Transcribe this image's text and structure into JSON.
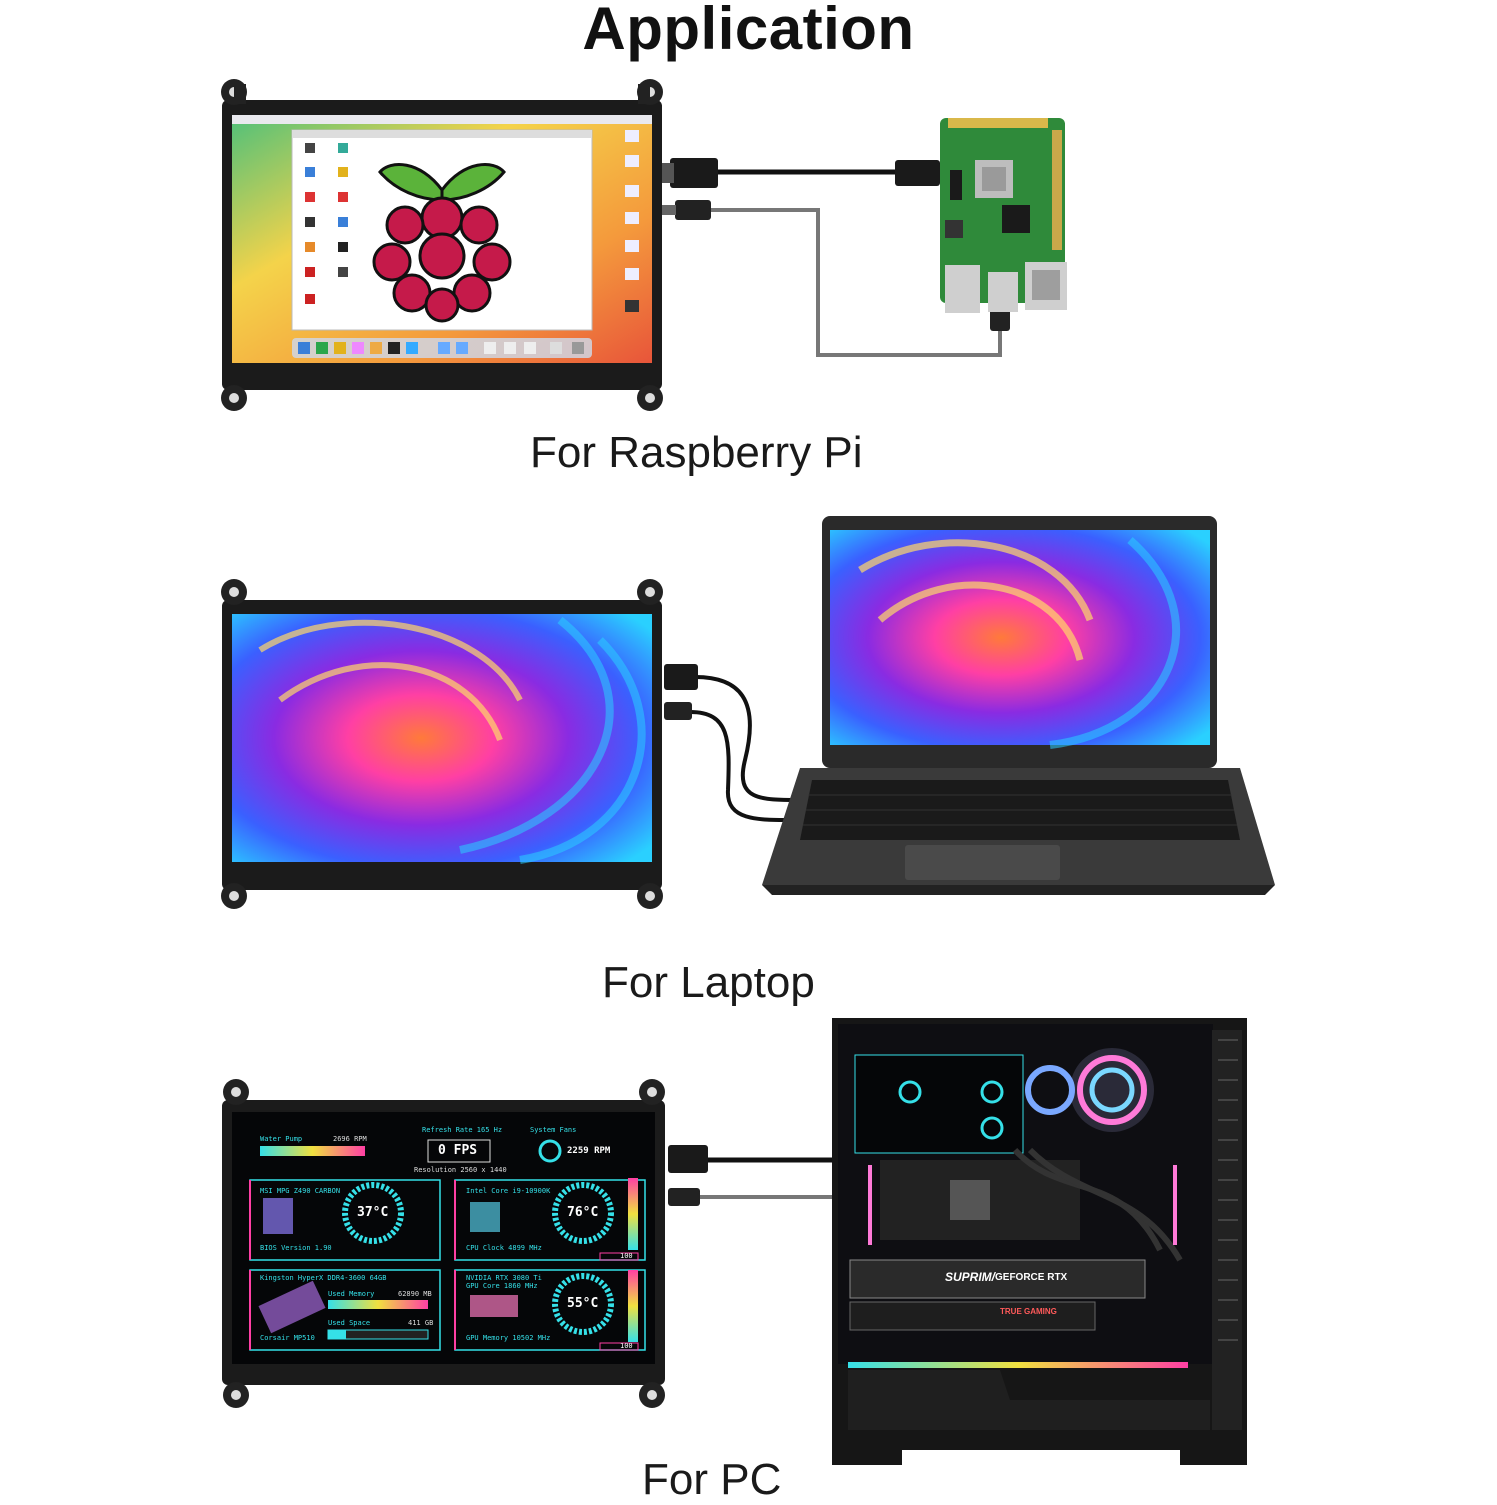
{
  "title": "Application",
  "captions": {
    "raspberry": "For Raspberry Pi",
    "laptop": "For Laptop",
    "pc": "For PC"
  },
  "dashboard": {
    "water_pump_label": "Water Pump",
    "water_pump_value": "2696 RPM",
    "refresh_rate_label": "Refresh Rate  165 Hz",
    "fps": "0 FPS",
    "resolution": "Resolution  2560 x 1440",
    "system_fans_label": "System Fans",
    "system_fans_value": "2259 RPM",
    "motherboard": "MSI MPG Z490 CARBON",
    "bios": "BIOS Version 1.90",
    "mb_temp": "37°C",
    "cpu": "Intel Core i9-10900K",
    "cpu_clock": "CPU Clock  4899 MHz",
    "cpu_temp": "76°C",
    "cpu_load": "100",
    "ram": "Kingston HyperX DDR4-3600 64GB",
    "used_memory_label": "Used Memory",
    "used_memory_value": "62890 MB",
    "used_space_label": "Used Space",
    "used_space_value": "411 GB",
    "ssd": "Corsair MP510",
    "gpu": "NVIDIA RTX 3080 Ti",
    "gpu_core": "GPU Core  1860 MHz",
    "gpu_memory": "GPU Memory  10502 MHz",
    "gpu_temp": "55°C",
    "gpu_load": "100"
  },
  "pc_labels": {
    "gpu_brand": "SUPRIM/",
    "gpu_model": "GEFORCE RTX",
    "gpu_sub": "TRUE GAMING"
  },
  "colors": {
    "accent_cyan": "#35e0e8",
    "accent_pink": "#ff3fa4",
    "rpi_green": "#2f8a3a",
    "raspberry_red": "#c51a4a"
  }
}
